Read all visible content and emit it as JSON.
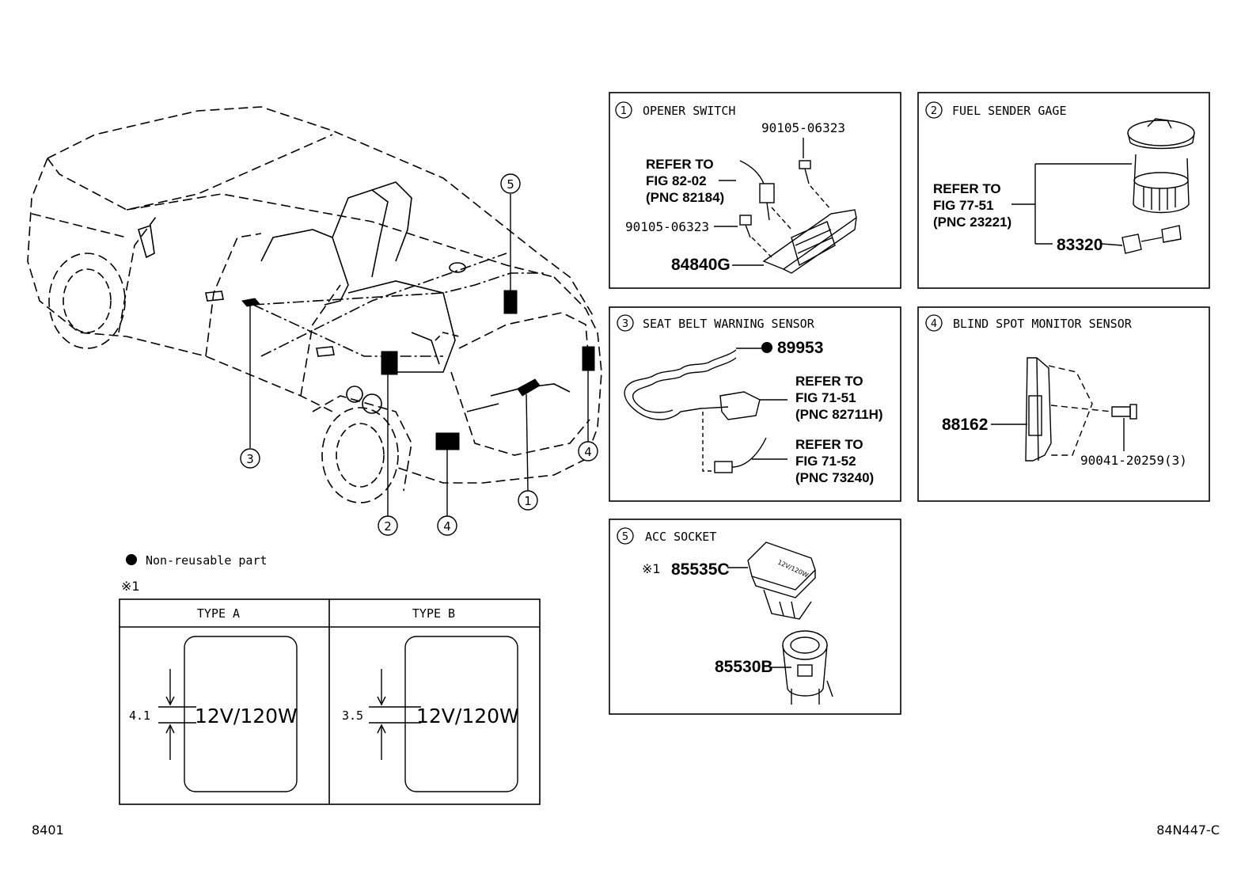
{
  "car_callouts": [
    "5",
    "3",
    "2",
    "4",
    "1",
    "4"
  ],
  "legend": {
    "bullet_label": "Non-reusable part",
    "note_mark": "※1"
  },
  "type_table": {
    "type_a": {
      "header": "TYPE A",
      "dimension": "4.1",
      "label": "12V/120W"
    },
    "type_b": {
      "header": "TYPE B",
      "dimension": "3.5",
      "label": "12V/120W"
    }
  },
  "panels": {
    "p1": {
      "num": "1",
      "title": "OPENER SWITCH",
      "ref": [
        "REFER TO",
        "FIG 82-02",
        "(PNC 82184)"
      ],
      "bolt_top": "90105-06323",
      "bolt_left": "90105-06323",
      "part": "84840G"
    },
    "p2": {
      "num": "2",
      "title": "FUEL SENDER GAGE",
      "ref": [
        "REFER TO",
        "FIG 77-51",
        "(PNC 23221)"
      ],
      "part": "83320"
    },
    "p3": {
      "num": "3",
      "title": "SEAT BELT WARNING SENSOR",
      "part": "89953",
      "ref1": [
        "REFER TO",
        "FIG 71-51",
        "(PNC 82711H)"
      ],
      "ref2": [
        "REFER TO",
        "FIG 71-52",
        "(PNC 73240)"
      ]
    },
    "p4": {
      "num": "4",
      "title": "BLIND SPOT MONITOR SENSOR",
      "part": "88162",
      "bolt": "90041-20259(3)"
    },
    "p5": {
      "num": "5",
      "title": "ACC SOCKET",
      "note": "※1",
      "part_cap": "85535C",
      "part_socket": "85530B",
      "cap_text": "12V/120W"
    }
  },
  "footer": {
    "left_code": "8401",
    "right_code": "84N447-C"
  }
}
